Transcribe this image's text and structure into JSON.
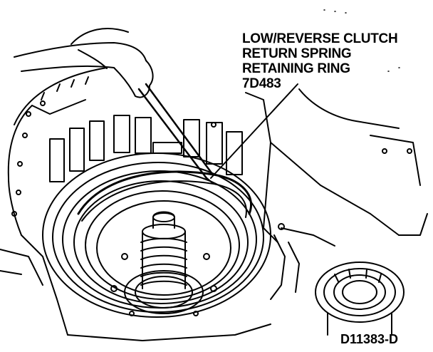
{
  "callout": {
    "line1": "LOW/REVERSE CLUTCH",
    "line2": "RETURN SPRING",
    "line3": "RETAINING RING",
    "part_number": "7D483"
  },
  "figure_id": "D11383-D",
  "colors": {
    "ink": "#000000",
    "paper": "#ffffff"
  }
}
